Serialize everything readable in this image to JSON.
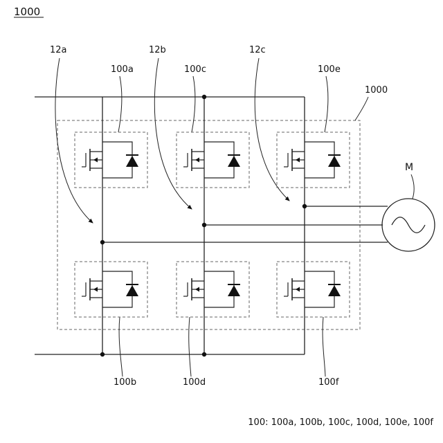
{
  "figure_number": "1000",
  "module_label": "1000",
  "motor_label": "M",
  "phase_labels": [
    "12a",
    "12b",
    "12c"
  ],
  "switch_labels": {
    "top": [
      "100a",
      "100c",
      "100e"
    ],
    "bottom": [
      "100b",
      "100d",
      "100f"
    ]
  },
  "legend_note": "100: 100a, 100b, 100c, 100d, 100e, 100f",
  "colors": {
    "line": "#222222",
    "dashed_box": "#666666",
    "background": "#ffffff"
  }
}
